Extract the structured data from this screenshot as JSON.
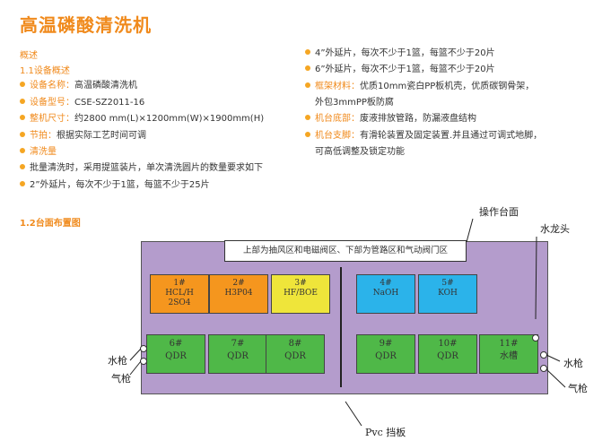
{
  "title": "高温磷酸清洗机",
  "left_col": {
    "overview": "概述",
    "sec_1_1": "1.1设备概述",
    "items": [
      {
        "label": "设备名称：",
        "value": "高温磷酸清洗机"
      },
      {
        "label": "设备型号：",
        "value": "CSE-SZ2011-16"
      },
      {
        "label": "整机尺寸：",
        "value": "约2800 mm(L)×1200mm(W)×1900mm(H)"
      },
      {
        "label": "节拍：",
        "value": "根据实际工艺时间可调"
      },
      {
        "label": "清洗量",
        "value": ""
      },
      {
        "label": "",
        "value": "批量清洗时，采用提篮装片，单次清洗圆片的数量要求如下"
      },
      {
        "label": "",
        "value": "2”外延片，每次不少于1篮，每篮不少于25片"
      }
    ]
  },
  "right_col": {
    "items": [
      {
        "label": "",
        "value": "4”外延片，每次不少于1篮，每篮不少于20片"
      },
      {
        "label": "",
        "value": "6”外延片，每次不少于1篮，每篮不少于20片"
      },
      {
        "label": "框架材料：",
        "value": "优质10mm瓷白PP板机壳，优质碳钢骨架，"
      },
      {
        "label": "",
        "value": "外包3mmPP板防腐"
      },
      {
        "label": "机台底部：",
        "value": "废液排放管路，防漏液盘结构"
      },
      {
        "label": "机台支脚：",
        "value": "有滑轮装置及固定装置.并且通过可调式地脚，"
      },
      {
        "label": "",
        "value": "可高低调整及锁定功能"
      }
    ]
  },
  "sec_1_2": "1.2台面布置图",
  "diagram": {
    "banner": "上部为抽风区和电磁阀区、下部为管路区和气动阀门区",
    "labels": {
      "operation_table": "操作台面",
      "faucet": "水龙头",
      "water_gun_left": "水枪",
      "air_gun_left": "气枪",
      "water_gun_right": "水枪",
      "air_gun_right": "气枪",
      "pvc_baffle": "Pvc 挡板"
    },
    "tanks": [
      {
        "num": "1#",
        "name": "HCL/H",
        "extra": "2SO4",
        "color": "orange"
      },
      {
        "num": "2#",
        "name": "H3P04",
        "extra": "",
        "color": "orange"
      },
      {
        "num": "3#",
        "name": "HF/BOE",
        "extra": "",
        "color": "yellow"
      },
      {
        "num": "4#",
        "name": "NaOH",
        "extra": "",
        "color": "blue"
      },
      {
        "num": "5#",
        "name": "KOH",
        "extra": "",
        "color": "blue"
      },
      {
        "num": "6#",
        "name": "QDR",
        "extra": "",
        "color": "green"
      },
      {
        "num": "7#",
        "name": "QDR",
        "extra": "",
        "color": "green"
      },
      {
        "num": "8#",
        "name": "QDR",
        "extra": "",
        "color": "green"
      },
      {
        "num": "9#",
        "name": "QDR",
        "extra": "",
        "color": "green"
      },
      {
        "num": "10#",
        "name": "QDR",
        "extra": "",
        "color": "green"
      },
      {
        "num": "11#",
        "name": "水槽",
        "extra": "",
        "color": "green"
      }
    ]
  }
}
